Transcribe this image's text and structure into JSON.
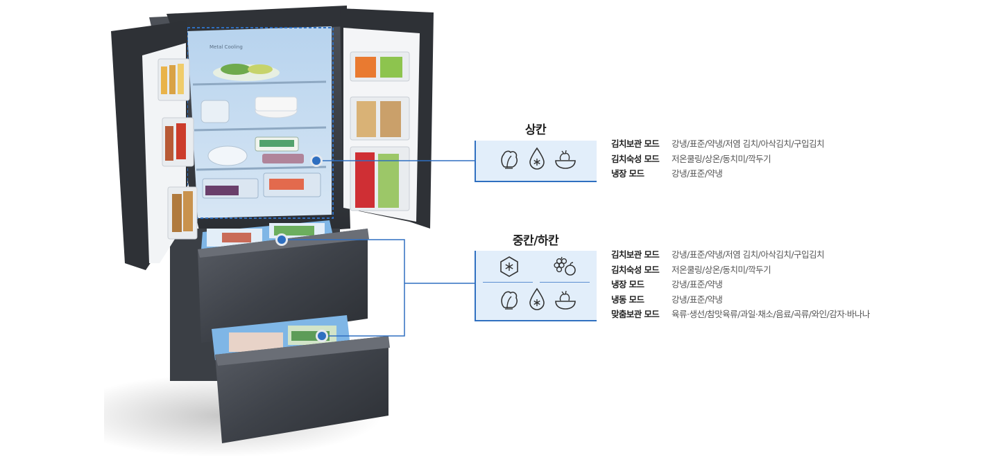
{
  "accent_color": "#2f6fc0",
  "product_label": "Metal Cooling",
  "upper": {
    "title": "상칸",
    "icons": [
      "cabbage-icon",
      "water-drop-icon",
      "bowl-vegetable-icon"
    ],
    "modes": [
      {
        "name": "김치보관 모드",
        "values": "강냉/표준/약냉/저염 김치/아삭김치/구입김치"
      },
      {
        "name": "김치숙성 모드",
        "values": "저온쿨링/상온/동치미/깍두기"
      },
      {
        "name": "냉장 모드",
        "values": "강냉/표준/약냉"
      }
    ]
  },
  "lower": {
    "title": "중칸/하칸",
    "icons": [
      "snowflake-hexagon-icon",
      "fruit-icon",
      "cabbage-icon",
      "water-drop-icon",
      "bowl-vegetable-icon"
    ],
    "modes": [
      {
        "name": "김치보관 모드",
        "values": "강냉/표준/약냉/저염 김치/아삭김치/구입김치"
      },
      {
        "name": "김치숙성 모드",
        "values": "저온쿨링/상온/동치미/깍두기"
      },
      {
        "name": "냉장 모드",
        "values": "강냉/표준/약냉"
      },
      {
        "name": "냉동 모드",
        "values": "강냉/표준/약냉"
      },
      {
        "name": "맞춤보관 모드",
        "values": "육류·생선/참맛육류/과일·채소/음료/곡류/와인/감자·바나나"
      }
    ]
  }
}
